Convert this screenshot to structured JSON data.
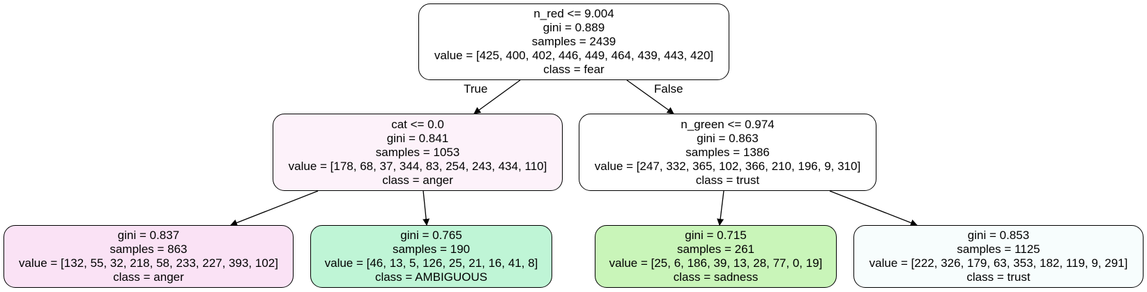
{
  "tree": {
    "nodes": [
      {
        "id": "n0",
        "lines": [
          "n_red <= 9.004",
          "gini = 0.889",
          "samples = 2439",
          "value = [425, 400, 402, 446, 449, 464, 439, 443, 420]",
          "class = fear"
        ],
        "fill": "#ffffff"
      },
      {
        "id": "n1",
        "lines": [
          "cat <= 0.0",
          "gini = 0.841",
          "samples = 1053",
          "value = [178, 68, 37, 344, 83, 254, 243, 434, 110]",
          "class = anger"
        ],
        "fill": "#fdf2fa"
      },
      {
        "id": "n2",
        "lines": [
          "gini = 0.837",
          "samples = 863",
          "value = [132, 55, 32, 218, 58, 233, 227, 393, 102]",
          "class = anger"
        ],
        "fill": "#fae2f5"
      },
      {
        "id": "n3",
        "lines": [
          "gini = 0.765",
          "samples = 190",
          "value = [46, 13, 5, 126, 25, 21, 16, 41, 8]",
          "class = AMBIGUOUS"
        ],
        "fill": "#bff5d6"
      },
      {
        "id": "n4",
        "lines": [
          "n_green <= 0.974",
          "gini = 0.863",
          "samples = 1386",
          "value = [247, 332, 365, 102, 366, 210, 196, 9, 310]",
          "class = trust"
        ],
        "fill": "#ffffff"
      },
      {
        "id": "n5",
        "lines": [
          "gini = 0.715",
          "samples = 261",
          "value = [25, 6, 186, 39, 13, 28, 77, 0, 19]",
          "class = sadness"
        ],
        "fill": "#c9f5b9"
      },
      {
        "id": "n6",
        "lines": [
          "gini = 0.853",
          "samples = 1125",
          "value = [222, 326, 179, 63, 353, 182, 119, 9, 291]",
          "class = trust"
        ],
        "fill": "#f7fdfd"
      }
    ],
    "edges": [
      {
        "from": "n0",
        "to": "n1",
        "label": "True"
      },
      {
        "from": "n0",
        "to": "n4",
        "label": "False"
      },
      {
        "from": "n1",
        "to": "n2",
        "label": ""
      },
      {
        "from": "n1",
        "to": "n3",
        "label": ""
      },
      {
        "from": "n4",
        "to": "n5",
        "label": ""
      },
      {
        "from": "n4",
        "to": "n6",
        "label": ""
      }
    ]
  }
}
